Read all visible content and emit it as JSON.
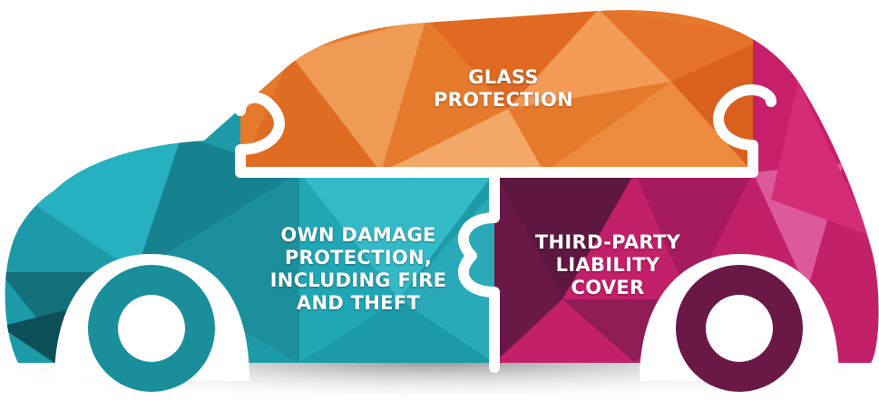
{
  "pieces": {
    "glass": {
      "lines": [
        "GLASS",
        "PROTECTION"
      ],
      "color": "#e8762a"
    },
    "own_damage": {
      "lines": [
        "OWN DAMAGE",
        "PROTECTION,",
        "INCLUDING FIRE",
        "AND THEFT"
      ],
      "color": "#1aa5b4"
    },
    "third_party": {
      "lines": [
        "THIRD-PARTY",
        "LIABILITY",
        "COVER"
      ],
      "color": "#b3175f"
    }
  },
  "icons": [
    "car-icon",
    "puzzle-piece-icon",
    "wheel-icon"
  ]
}
